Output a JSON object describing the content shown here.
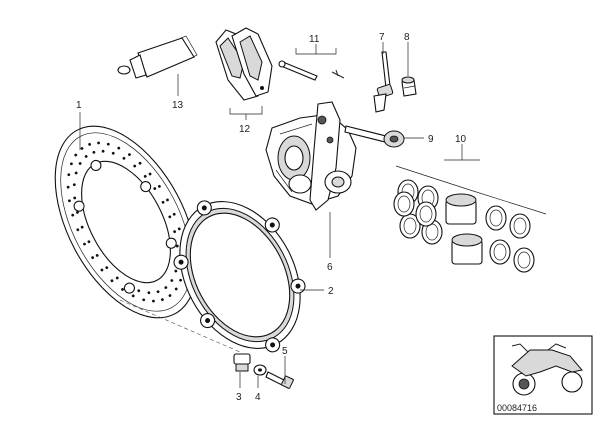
{
  "callouts": [
    {
      "id": "1",
      "label": "1"
    },
    {
      "id": "2",
      "label": "2"
    },
    {
      "id": "3",
      "label": "3"
    },
    {
      "id": "4",
      "label": "4"
    },
    {
      "id": "5",
      "label": "5"
    },
    {
      "id": "6",
      "label": "6"
    },
    {
      "id": "7",
      "label": "7"
    },
    {
      "id": "8",
      "label": "8"
    },
    {
      "id": "9",
      "label": "9"
    },
    {
      "id": "10",
      "label": "10"
    },
    {
      "id": "11",
      "label": "11"
    },
    {
      "id": "12",
      "label": "12"
    },
    {
      "id": "13",
      "label": "13"
    }
  ],
  "reference_code": "00084716",
  "colors": {
    "line": "#222222",
    "shade": "#d9d9d9",
    "background": "#ffffff"
  }
}
